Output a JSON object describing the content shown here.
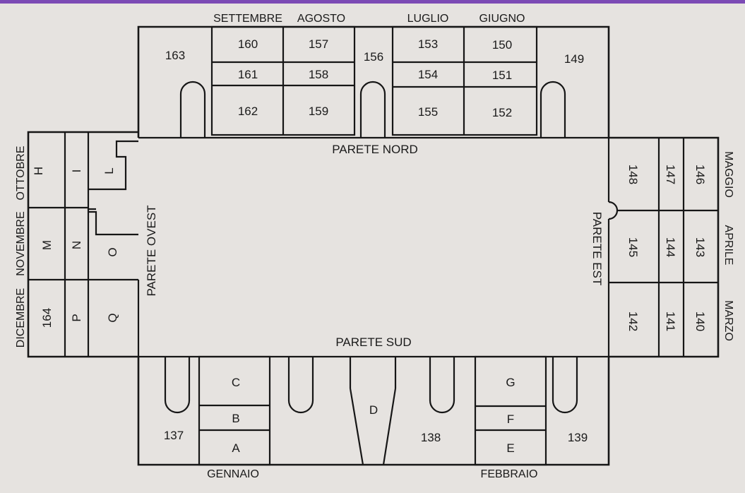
{
  "walls": {
    "north": "PARETE NORD",
    "south": "PARETE SUD",
    "west": "PARETE OVEST",
    "east": "PARETE EST"
  },
  "months": {
    "january": "GENNAIO",
    "february": "FEBBRAIO",
    "march": "MARZO",
    "april": "APRILE",
    "may": "MAGGIO",
    "june": "GIUGNO",
    "july": "LUGLIO",
    "august": "AGOSTO",
    "september": "SETTEMBRE",
    "october": "OTTOBRE",
    "november": "NOVEMBRE",
    "december": "DICEMBRE"
  },
  "rooms": {
    "r137": "137",
    "r138": "138",
    "r139": "139",
    "r140": "140",
    "r141": "141",
    "r142": "142",
    "r143": "143",
    "r144": "144",
    "r145": "145",
    "r146": "146",
    "r147": "147",
    "r148": "148",
    "r149": "149",
    "r150": "150",
    "r151": "151",
    "r152": "152",
    "r153": "153",
    "r154": "154",
    "r155": "155",
    "r156": "156",
    "r157": "157",
    "r158": "158",
    "r159": "159",
    "r160": "160",
    "r161": "161",
    "r162": "162",
    "r163": "163",
    "r164": "164",
    "A": "A",
    "B": "B",
    "C": "C",
    "D": "D",
    "E": "E",
    "F": "F",
    "G": "G",
    "H": "H",
    "I": "I",
    "L": "L",
    "M": "M",
    "N": "N",
    "O": "O",
    "P": "P",
    "Q": "Q"
  },
  "colors": {
    "ink": "#161616",
    "paper": "#e6e3e0",
    "top_bar": "#7c4bb5"
  }
}
